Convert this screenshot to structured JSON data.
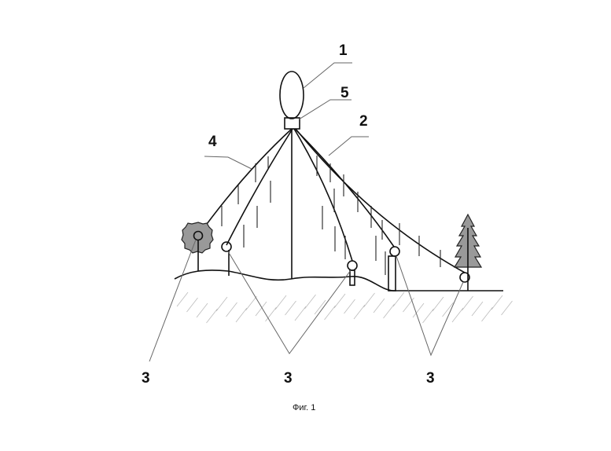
{
  "figure": {
    "caption": "Фиг. 1",
    "labels": {
      "balloon": "1",
      "connector": "5",
      "cable_right": "2",
      "cable_left": "4",
      "anchor_left": "3",
      "anchor_middle": "3",
      "anchor_right": "3"
    }
  }
}
